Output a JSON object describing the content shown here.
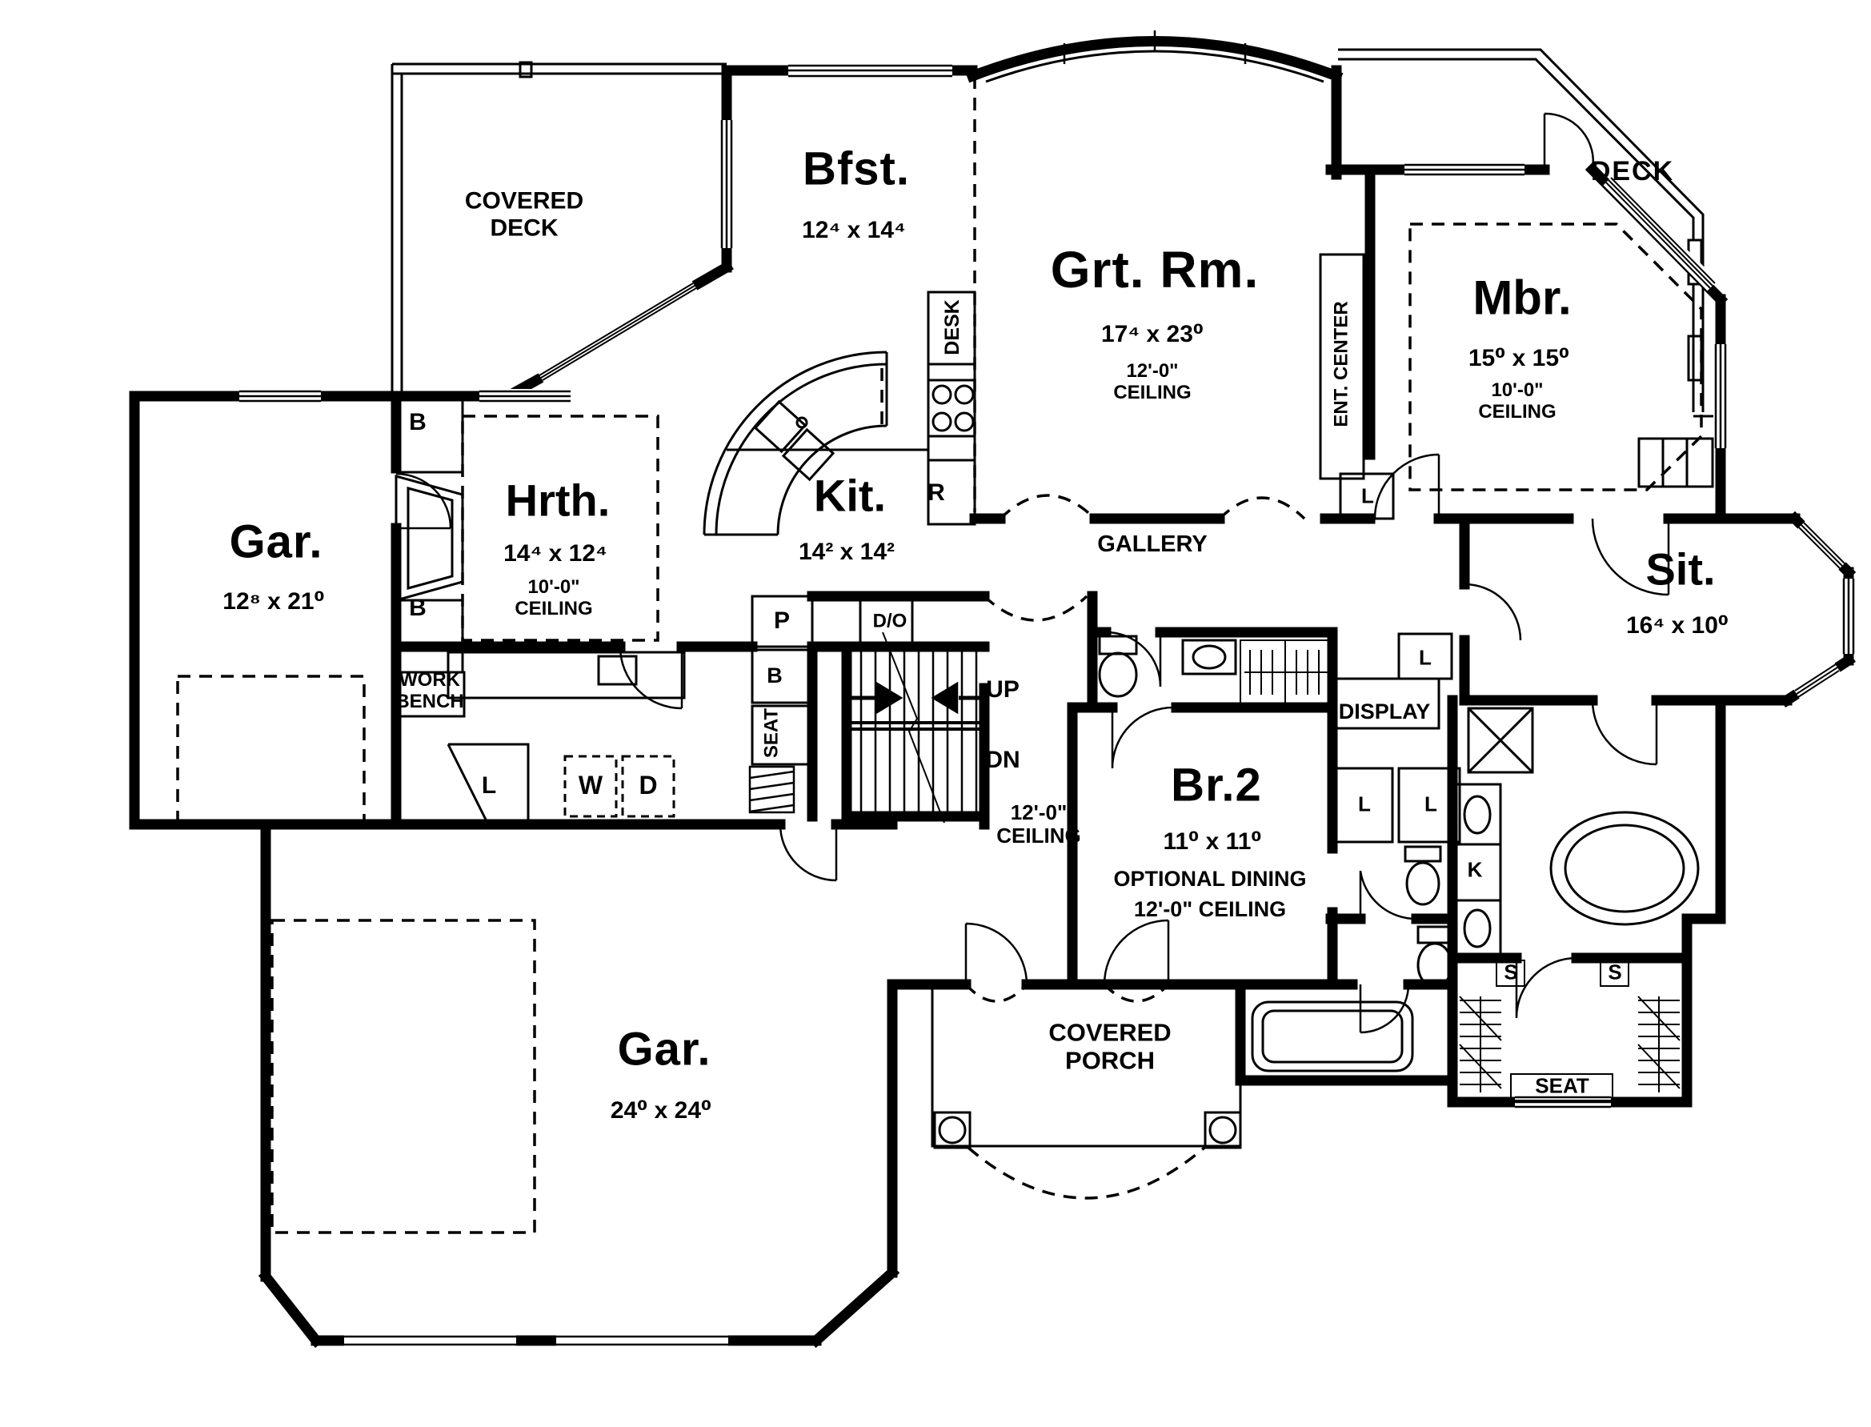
{
  "document": {
    "kind": "architectural floor plan",
    "background": "#ffffff",
    "ink": "#000000"
  },
  "rooms": [
    {
      "id": "covered-deck",
      "name": "COVERED DECK"
    },
    {
      "id": "bfst",
      "name": "Bfst.",
      "dim": "12⁴ x 14⁴"
    },
    {
      "id": "grt-rm",
      "name": "Grt. Rm.",
      "dim": "17⁴ x 23⁰",
      "ceiling": "12'-0\" CEILING"
    },
    {
      "id": "deck",
      "name": "DECK"
    },
    {
      "id": "mbr",
      "name": "Mbr.",
      "dim": "15⁰ x 15⁰",
      "ceiling": "10'-0\" CEILING"
    },
    {
      "id": "gar-left",
      "name": "Gar.",
      "dim": "12⁸ x 21⁰"
    },
    {
      "id": "hrth",
      "name": "Hrth.",
      "dim": "14⁴ x 12⁴",
      "ceiling": "10'-0\" CEILING"
    },
    {
      "id": "kit",
      "name": "Kit.",
      "dim": "14² x 14²"
    },
    {
      "id": "sit",
      "name": "Sit.",
      "dim": "16⁴ x 10⁰"
    },
    {
      "id": "br2",
      "name": "Br.2",
      "dim": "11⁰ x 11⁰",
      "note": "OPTIONAL DINING",
      "ceiling": "12'-0\" CEILING"
    },
    {
      "id": "gar-main",
      "name": "Gar.",
      "dim": "24⁰ x 24⁰"
    },
    {
      "id": "covered-porch",
      "name": "COVERED PORCH"
    },
    {
      "id": "gallery",
      "name": "GALLERY"
    },
    {
      "id": "stair-hall",
      "ceiling": "12'-0\" CEILING"
    }
  ],
  "annotations": {
    "ent_center": "ENT. CENTER",
    "desk": "DESK",
    "range": "R",
    "bench_upper": "B",
    "bench_lower": "B",
    "bench_hall": "B",
    "work_bench": "WORK BENCH",
    "linen_laundry": "L",
    "washer": "W",
    "dryer": "D",
    "pantry": "P",
    "seat_stairs": "SEAT",
    "double_oven": "D/O",
    "up": "UP",
    "down": "DN",
    "display": "DISPLAY",
    "linen_top": "L",
    "linen_mid": "L",
    "linen_hall_1": "L",
    "linen_hall_2": "L",
    "k_cabinet": "K",
    "shelf_1": "S",
    "shelf_2": "S",
    "seat_closet": "SEAT"
  }
}
